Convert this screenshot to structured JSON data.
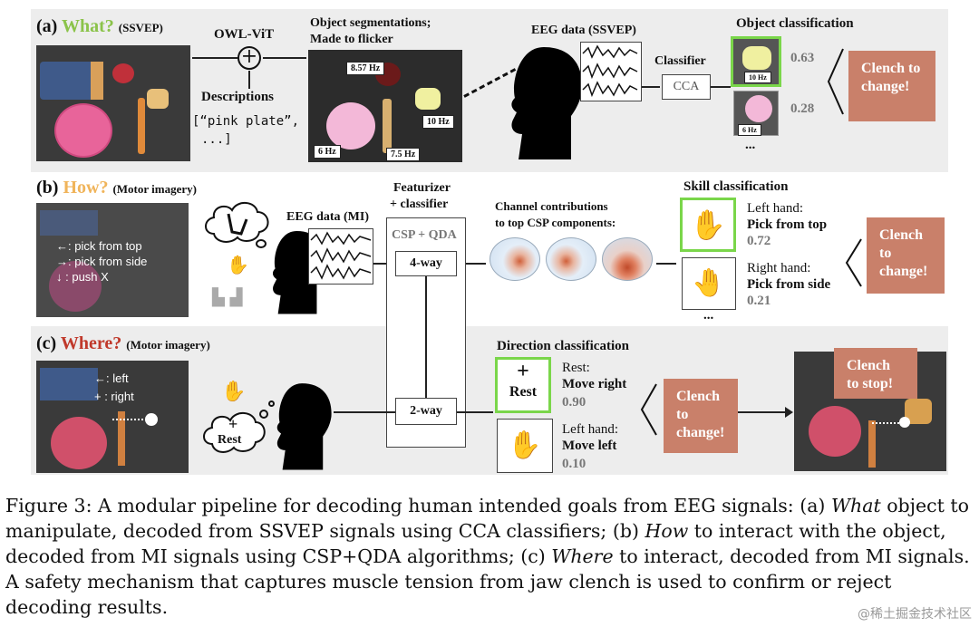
{
  "panel_a": {
    "letter": "(a)",
    "heading": "What?",
    "modality": "(SSVEP)",
    "owl": "OWL-ViT",
    "plus": "+",
    "descriptions_label": "Descriptions",
    "descriptions_code_line1": "[“pink plate”,",
    "descriptions_code_line2": "...]",
    "seg_title_line1": "Object segmentations;",
    "seg_title_line2": "Made to flicker",
    "hz_857": "8.57 Hz",
    "hz_10": "10 Hz",
    "hz_6": "6 Hz",
    "hz_75": "7.5 Hz",
    "eeg_title": "EEG data (SSVEP)",
    "classifier_label": "Classifier",
    "classifier_box": "CCA",
    "obj_class_title": "Object classification",
    "thumb1_hz": "10 Hz",
    "thumb2_hz": "6 Hz",
    "score1": "0.63",
    "score2": "0.28",
    "ellipsis": "...",
    "clench": "Clench to change!"
  },
  "panel_b": {
    "letter": "(b)",
    "heading": "How?",
    "modality": "(Motor imagery)",
    "photo_line1": "←: pick from top",
    "photo_line2": "→: pick from side",
    "photo_line3": "↓ : push X",
    "eeg_title": "EEG data (MI)",
    "featurizer_line1": "Featurizer",
    "featurizer_line2": "+ classifier",
    "csp_label": "CSP + QDA",
    "way4": "4-way",
    "channel_line1": "Channel contributions",
    "channel_line2": "to top CSP components:",
    "skill_title": "Skill classification",
    "left_hand": "Left hand:",
    "pick_top": "Pick from top",
    "score1": "0.72",
    "right_hand": "Right hand:",
    "pick_side": "Pick from side",
    "score2": "0.21",
    "ellipsis": "...",
    "clench": "Clench to change!"
  },
  "panel_c": {
    "letter": "(c)",
    "heading": "Where?",
    "modality": "(Motor imagery)",
    "photo_line1": "←: left",
    "photo_line2": "+ : right",
    "thought_plus": "+",
    "thought_rest": "Rest",
    "way2": "2-way",
    "dir_title": "Direction classification",
    "rest_plus": "+",
    "rest_box": "Rest",
    "rest_label": "Rest:",
    "move_right": "Move right",
    "score1": "0.90",
    "left_hand": "Left hand:",
    "move_left": "Move left",
    "score2": "0.10",
    "clench_change": "Clench to change!",
    "clench_stop": "Clench to stop!"
  },
  "caption": {
    "prefix": "Figure 3: A modular pipeline for decoding human intended goals from EEG signals: (a) ",
    "what": "What",
    "part2": " object to manipulate, decoded from SSVEP signals using CCA classifiers; (b) ",
    "how": "How",
    "part3": " to interact with the object, decoded from MI signals using CSP+QDA algorithms; (c) ",
    "where": "Where",
    "part4": " to interact, decoded from MI signals. A safety mechanism that captures muscle tension from jaw clench is used to confirm or reject decoding results."
  },
  "watermark": "@稀土掘金技术社区",
  "colors": {
    "what": "#8bc34a",
    "how": "#f0b45a",
    "where": "#c0392b",
    "clench": "#c9806a",
    "selected": "#7ad64a"
  }
}
